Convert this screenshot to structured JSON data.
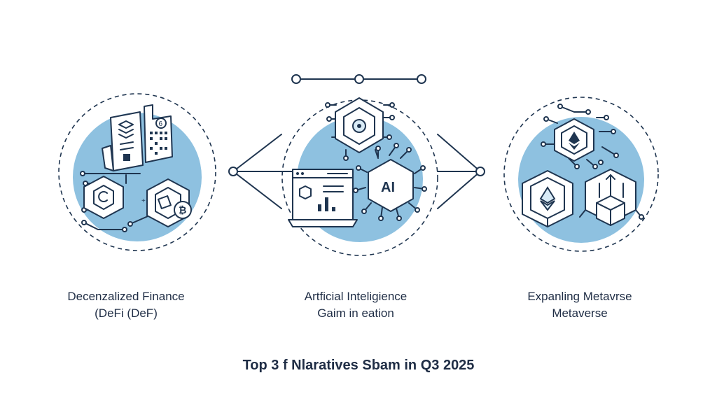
{
  "colors": {
    "ink": "#1f3550",
    "accent_blue": "#8ec1e0",
    "background": "#ffffff"
  },
  "panels": [
    {
      "id": "defi",
      "label_lines": [
        "Decenzalized Finance",
        "(DeFi (DeF)"
      ],
      "icons": [
        "document-icon",
        "qr-code-icon",
        "hexagon-icon",
        "bitcoin-icon",
        "circuit-icon"
      ]
    },
    {
      "id": "ai",
      "label_lines": [
        "Artficial Inteligience",
        "Gaim in eation"
      ],
      "icons": [
        "processor-icon",
        "browser-chart-icon",
        "ai-chip-icon",
        "circuit-icon"
      ],
      "chip_text": "AI"
    },
    {
      "id": "metaverse",
      "label_lines": [
        "Expanling Metavrse",
        "Metaverse"
      ],
      "icons": [
        "ethereum-icon",
        "cube-icon",
        "vr-box-icon",
        "circuit-icon"
      ]
    }
  ],
  "footer": {
    "title": "Top 3 f Nlaratives Sbam in Q3 2025"
  }
}
